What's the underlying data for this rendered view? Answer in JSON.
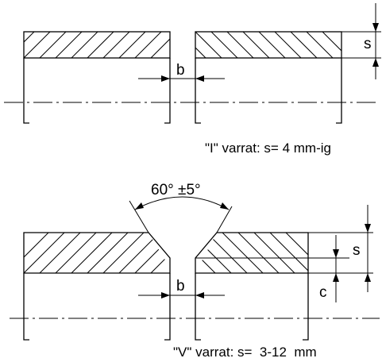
{
  "top_joint": {
    "dim_s": "s",
    "dim_b": "b",
    "caption": "\"I\" varrat: s= 4 mm-ig"
  },
  "bottom_joint": {
    "angle": "60° ±5°",
    "dim_s": "s",
    "dim_b": "b",
    "dim_c": "c",
    "caption": "\"V\" varrat: s=  3-12  mm"
  }
}
